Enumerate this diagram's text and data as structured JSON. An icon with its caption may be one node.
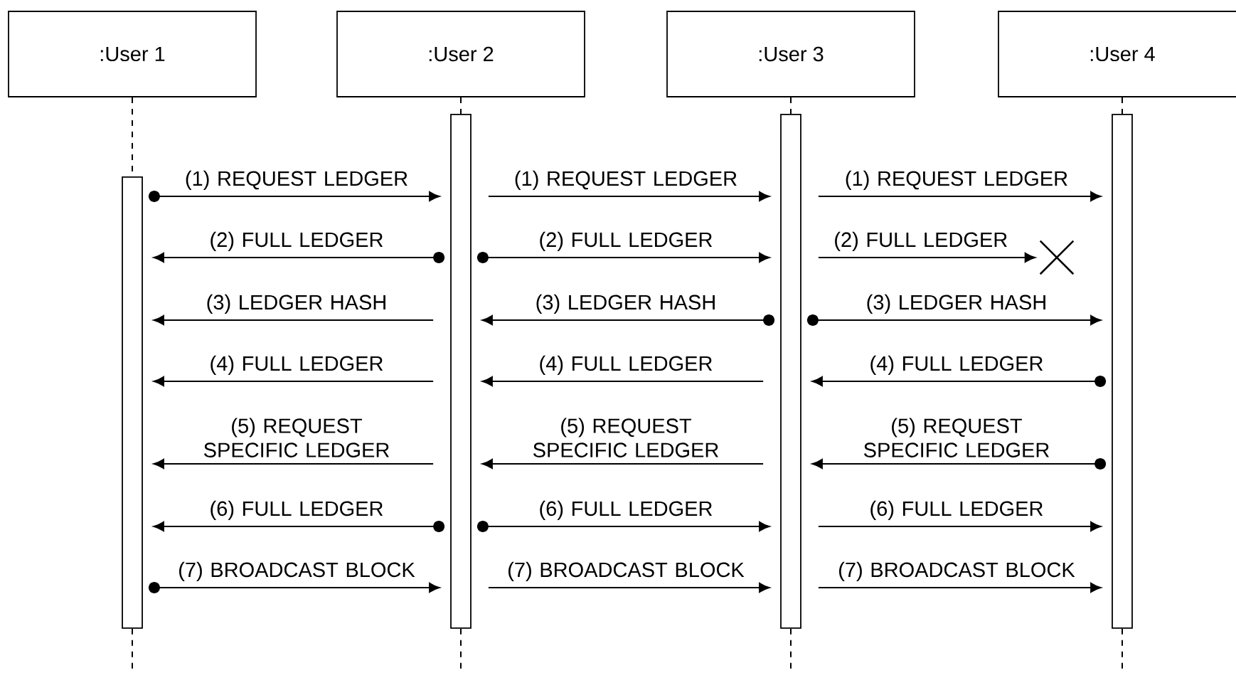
{
  "diagram": {
    "nodes": [
      {
        "text": [
          ":User 1"
        ]
      },
      {
        "text": [
          ":User 2"
        ]
      },
      {
        "text": [
          ":User 3"
        ]
      },
      {
        "text": [
          ":User 4"
        ]
      },
      {
        "text": [],
        "shape": "bar"
      },
      {
        "text": [],
        "shape": "bar"
      },
      {
        "text": [],
        "shape": "bar"
      },
      {
        "text": [],
        "shape": "bar"
      },
      {
        "text": [],
        "shape": "cross"
      }
    ],
    "edges": [
      {
        "from": 0,
        "to": 4,
        "arrow": "none",
        "style": "dashed"
      },
      {
        "from": 1,
        "to": 5,
        "arrow": "none",
        "style": "dashed"
      },
      {
        "from": 2,
        "to": 6,
        "arrow": "none",
        "style": "dashed"
      },
      {
        "from": 3,
        "to": 7,
        "arrow": "none",
        "style": "dashed"
      },
      {
        "from": 4,
        "to": null,
        "arrow": "none",
        "style": "dashed"
      },
      {
        "from": 5,
        "to": null,
        "arrow": "none",
        "style": "dashed"
      },
      {
        "from": 6,
        "to": null,
        "arrow": "none",
        "style": "dashed"
      },
      {
        "from": 7,
        "to": null,
        "arrow": "none",
        "style": "dashed"
      },
      {
        "from": 4,
        "to": 5,
        "arrow": "to",
        "label": "(1) REQUEST LEDGER"
      },
      {
        "from": 5,
        "to": 6,
        "arrow": "to",
        "label": "(1) REQUEST LEDGER"
      },
      {
        "from": 6,
        "to": 7,
        "arrow": "to",
        "label": "(1) REQUEST LEDGER"
      },
      {
        "from": 5,
        "to": 4,
        "arrow": "to",
        "label": "(2) FULL LEDGER"
      },
      {
        "from": 5,
        "to": 6,
        "arrow": "to",
        "label": "(2) FULL LEDGER"
      },
      {
        "from": 6,
        "to": 8,
        "arrow": "to",
        "label": "(2) FULL LEDGER"
      },
      {
        "from": 5,
        "to": 4,
        "arrow": "to",
        "label": "(3) LEDGER HASH"
      },
      {
        "from": 6,
        "to": 5,
        "arrow": "to",
        "label": "(3) LEDGER HASH"
      },
      {
        "from": 6,
        "to": 7,
        "arrow": "to",
        "label": "(3) LEDGER HASH"
      },
      {
        "from": 5,
        "to": 4,
        "arrow": "to",
        "label": "(4) FULL LEDGER"
      },
      {
        "from": 6,
        "to": 5,
        "arrow": "to",
        "label": "(4) FULL LEDGER"
      },
      {
        "from": 7,
        "to": 6,
        "arrow": "to",
        "label": "(4) FULL LEDGER"
      },
      {
        "from": 5,
        "to": 4,
        "arrow": "to",
        "label": "(5) REQUEST SPECIFIC LEDGER"
      },
      {
        "from": 6,
        "to": 5,
        "arrow": "to",
        "label": "(5) REQUEST SPECIFIC LEDGER"
      },
      {
        "from": 7,
        "to": 6,
        "arrow": "to",
        "label": "(5) REQUEST SPECIFIC LEDGER"
      },
      {
        "from": 5,
        "to": 4,
        "arrow": "to",
        "label": "(6) FULL LEDGER"
      },
      {
        "from": 5,
        "to": 6,
        "arrow": "to",
        "label": "(6) FULL LEDGER"
      },
      {
        "from": 6,
        "to": 7,
        "arrow": "to",
        "label": "(6) FULL LEDGER"
      },
      {
        "from": 4,
        "to": 5,
        "arrow": "to",
        "label": "(7) BROADCAST BLOCK"
      },
      {
        "from": 5,
        "to": 6,
        "arrow": "to",
        "label": "(7) BROADCAST BLOCK"
      },
      {
        "from": 6,
        "to": 7,
        "arrow": "to",
        "label": "(7) BROADCAST BLOCK"
      }
    ]
  }
}
